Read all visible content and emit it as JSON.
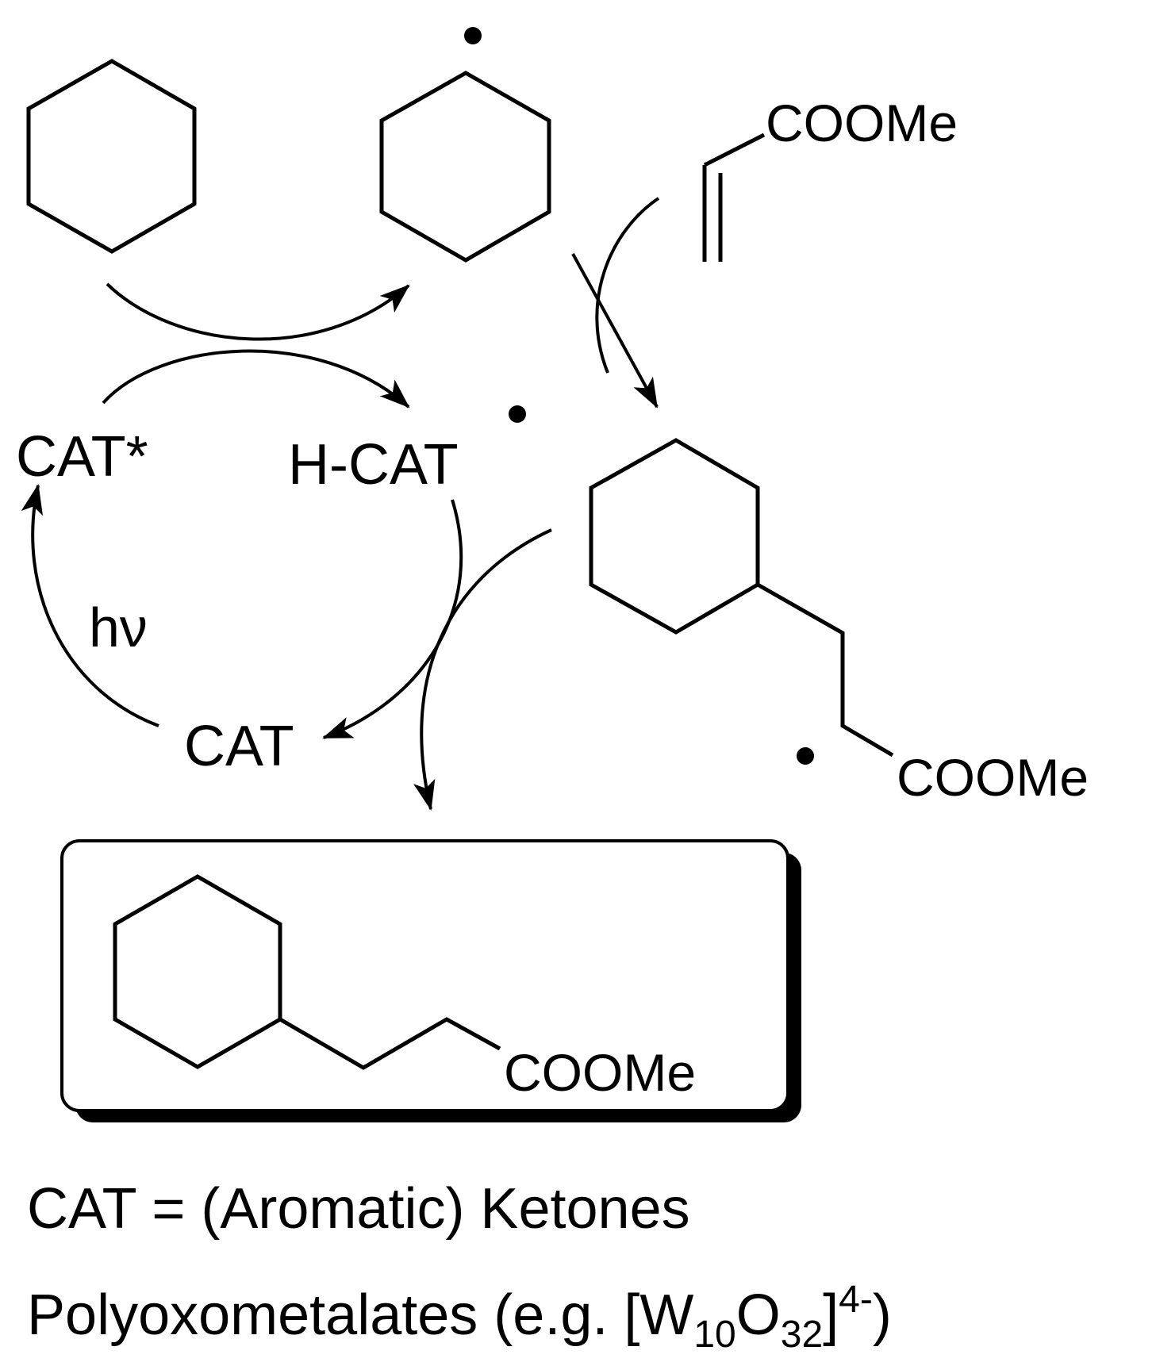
{
  "labels": {
    "acrylate_ester": "COOMe",
    "cat_excited": "CAT*",
    "h_cat": "H-CAT",
    "hv": "hν",
    "cat": "CAT",
    "adduct_radical_ester": "COOMe",
    "product_ester": "COOMe"
  },
  "legend": {
    "line1": "CAT = (Aromatic) Ketones",
    "line2_prefix": "Polyoxometalates (e.g. [W",
    "w_sub": "10",
    "o": "O",
    "o_sub": "32",
    "bracket": "]",
    "charge": "4-",
    "close": ")"
  },
  "colors": {
    "ink": "#000000",
    "background": "#ffffff"
  }
}
